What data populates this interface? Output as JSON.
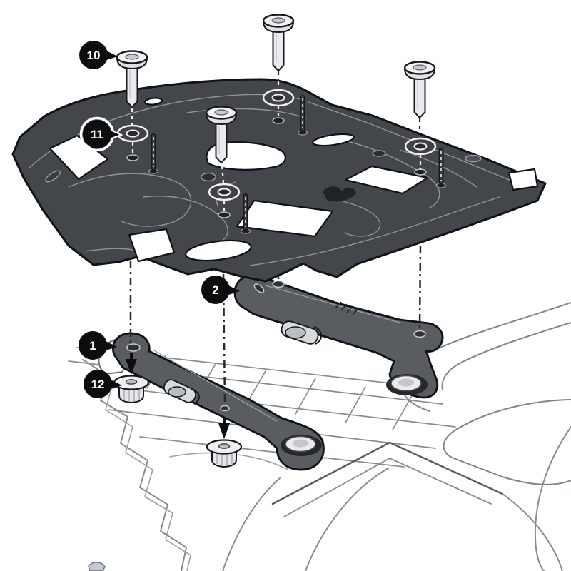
{
  "diagram": {
    "type": "exploded-assembly-diagram",
    "subject": "Top-case adapter plate mounting onto motorcycle rear rack",
    "background_color": "#ffffff",
    "palette": {
      "plate_fill": "#43464b",
      "outline": "#0f1216",
      "bracket_fill": "#595d62",
      "hardware_fill": "#eceef0",
      "line_art": "#858b91",
      "callout_bg": "#0b0d0f",
      "callout_text": "#ffffff"
    },
    "callouts": [
      {
        "label": "10",
        "part": "pan-head-screw"
      },
      {
        "label": "11",
        "part": "washer"
      },
      {
        "label": "2",
        "part": "rear-adapter-bracket"
      },
      {
        "label": "1",
        "part": "front-adapter-bracket"
      },
      {
        "label": "12",
        "part": "rubber-well-nut"
      }
    ],
    "parts": [
      "adapter-plate",
      "pan-head-screw",
      "washer",
      "front-adapter-bracket",
      "rear-adapter-bracket",
      "rubber-well-nut",
      "motorcycle-rear-rack"
    ]
  }
}
